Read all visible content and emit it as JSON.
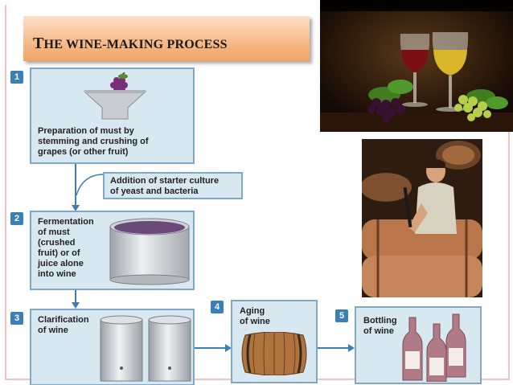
{
  "title": {
    "first": "T",
    "rest": "HE WINE-MAKING PROCESS"
  },
  "steps": [
    {
      "number": "1",
      "text_lines": [
        "Preparation of must by",
        "stemming and crushing of",
        "grapes (or other fruit)"
      ]
    },
    {
      "number": "2",
      "text_lines": [
        "Fermentation",
        "of must",
        "(crushed",
        "fruit) or of",
        "juice alone",
        "into wine"
      ]
    },
    {
      "number": "3",
      "text_lines": [
        "Clarification",
        "of wine"
      ]
    },
    {
      "number": "4",
      "text_lines": [
        "Aging",
        "of wine"
      ]
    },
    {
      "number": "5",
      "text_lines": [
        "Bottling",
        "of wine"
      ]
    }
  ],
  "addition": {
    "text_lines": [
      "Addition of starter culture",
      "of yeast and bacteria"
    ]
  },
  "colors": {
    "panel_fill": "#d8e8f0",
    "panel_border": "#7fa9c2",
    "badge": "#3a7fb8",
    "title_gradient": "#f6b987"
  }
}
